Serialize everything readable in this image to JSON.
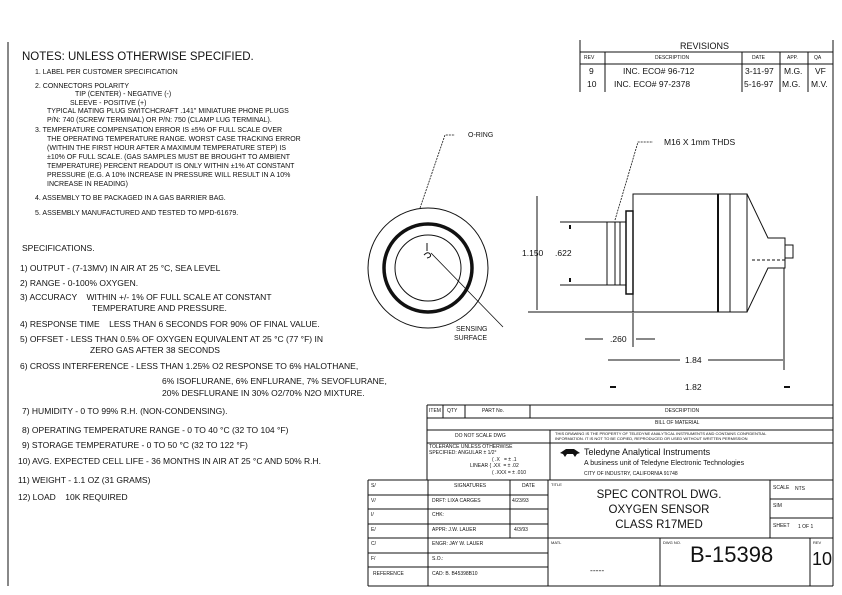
{
  "notes": {
    "title": "NOTES: UNLESS OTHERWISE SPECIFIED.",
    "items": [
      [
        "1. LABEL PER CUSTOMER SPECIFICATION"
      ],
      [
        "2. CONNECTORS POLARITY",
        "TIP (CENTER) - NEGATIVE (-)",
        "SLEEVE - POSITIVE (+)",
        "TYPICAL MATING PLUG SWITCHCRAFT .141\" MINIATURE PHONE PLUGS",
        "P/N: 740 (SCREW TERMINAL) OR P/N: 750 (CLAMP LUG TERMINAL)."
      ],
      [
        "3. TEMPERATURE COMPENSATION ERROR IS ±5% OF FULL SCALE OVER",
        "THE OPERATING TEMPERATURE RANGE. WORST CASE TRACKING ERROR",
        "(WITHIN THE FIRST HOUR AFTER A MAXIMUM TEMPERATURE STEP) IS",
        "±10% OF FULL SCALE. (GAS SAMPLES MUST BE BROUGHT TO AMBIENT",
        "TEMPERATURE) PERCENT READOUT IS ONLY WITHIN ±1% AT CONSTANT",
        "PRESSURE (E.G. A 10% INCREASE IN PRESSURE WILL RESULT IN A 10%",
        "INCREASE IN READING)"
      ],
      [
        "4. ASSEMBLY TO BE PACKAGED IN A GAS BARRIER BAG."
      ],
      [
        "5. ASSEMBLY MANUFACTURED AND TESTED TO MPD-61679."
      ]
    ]
  },
  "specs": {
    "title": "SPECIFICATIONS.",
    "items": [
      [
        "1) OUTPUT - (7-13MV) IN AIR AT 25 °C, SEA LEVEL"
      ],
      [
        "2) RANGE - 0-100% OXYGEN."
      ],
      [
        "3) ACCURACY    WITHIN +/- 1% OF FULL SCALE AT CONSTANT",
        "TEMPERATURE AND PRESSURE."
      ],
      [
        "4) RESPONSE TIME    LESS THAN 6 SECONDS FOR 90% OF FINAL VALUE."
      ],
      [
        "5) OFFSET - LESS THAN 0.5% OF OXYGEN EQUIVALENT AT 25 °C (77 °F) IN",
        "ZERO GAS AFTER 38 SECONDS"
      ],
      [
        "6) CROSS INTERFERENCE - LESS THAN 1.25% O2 RESPONSE TO 6% HALOTHANE,",
        "6% ISOFLURANE, 6% ENFLURANE, 7% SEVOFLURANE,",
        "20% DESFLURANE IN 30% O2/70% N2O MIXTURE."
      ],
      [
        "7) HUMIDITY - 0 TO 99% R.H. (NON-CONDENSING)."
      ],
      [
        "8) OPERATING TEMPERATURE RANGE - 0 TO 40 °C (32 TO 104 °F)"
      ],
      [
        "9) STORAGE TEMPERATURE - 0 TO 50 °C (32 TO 122 °F)"
      ],
      [
        "10) AVG. EXPECTED CELL LIFE - 36 MONTHS IN AIR AT 25 °C AND 50% R.H."
      ],
      [
        "11) WEIGHT - 1.1 OZ (31 GRAMS)"
      ],
      [
        "12) LOAD    10K REQUIRED"
      ]
    ]
  },
  "revisions": {
    "title": "REVISIONS",
    "headers": [
      "REV",
      "DESCRIPTION",
      "DATE",
      "APP.",
      "QA"
    ],
    "rows": [
      [
        "9",
        "INC. ECO# 96-712",
        "3-11-97",
        "M.G.",
        "VF"
      ],
      [
        "10",
        "INC. ECO# 97-2378",
        "5-16-97",
        "M.G.",
        "M.V."
      ]
    ]
  },
  "drawing": {
    "oring_label": "O-RING",
    "sensing_label": [
      "SENSING",
      "SURFACE"
    ],
    "thread_label": "M16 X 1mm THDS",
    "dim_1150": "1.150",
    "dim_622": ".622",
    "dim_260": ".260",
    "dim_184": "1.84",
    "dim_182": "1.82"
  },
  "bom": {
    "headers": [
      "ITEM",
      "QTY",
      "PART No.",
      "DESCRIPTION"
    ],
    "bill_label": "BILL OF MATERIAL",
    "do_not_scale": "DO NOT SCALE DWG",
    "proprietary": [
      "THIS DRAWING IS THE PROPERTY OF TELEDYNE ANALYTICAL INSTRUMENTS AND CONTAINS CONFIDENTIAL",
      "INFORMATION. IT IS NOT TO BE COPIED, REPRODUCED OR USED WITHOUT WRITTEN PERMISSION"
    ],
    "tolerance": [
      "TOLERANCE UNLESS OTHERWISE",
      "SPECIFIED: ANGULAR ± 1/2°",
      "( .X   = ± .1",
      "LINEAR { .XX  = ± .02",
      "( .XXX = ± .010"
    ],
    "company": "Teledyne Analytical Instruments",
    "company_sub": "A business unit of Teledyne Electronic Technologies",
    "company_loc": "CITY OF INDUSTRY, CALIFORNIA 91748"
  },
  "titleblock": {
    "sig_rows": [
      [
        "S/",
        "SIGNATURES",
        "DATE"
      ],
      [
        "V/",
        "DRFT: LIXA CARGES",
        "4/23/93"
      ],
      [
        "I/",
        "CHK:",
        ""
      ],
      [
        "E/",
        "APPR: J.W. LAUER",
        "4/3/93"
      ],
      [
        "C/",
        "ENGR: JAY W. LAUER",
        ""
      ],
      [
        "F/",
        "S.O.:",
        ""
      ],
      [
        "REFERENCE",
        "CAD: B. B45398B10",
        ""
      ]
    ],
    "title_label": "TITLE",
    "title_lines": [
      "SPEC CONTROL DWG.",
      "OXYGEN SENSOR",
      "CLASS R17MED"
    ],
    "scale_label": "SCALE",
    "scale_value": "NTS",
    "sim_label": "SIM",
    "sheet_label": "SHEET",
    "sheet_value": "1 OF 1",
    "matl_label": "MATL",
    "matl_value": "-----",
    "dwg_label": "DWG NO.",
    "dwg_value": "B-15398",
    "rev_label": "REV",
    "rev_value": "10"
  }
}
